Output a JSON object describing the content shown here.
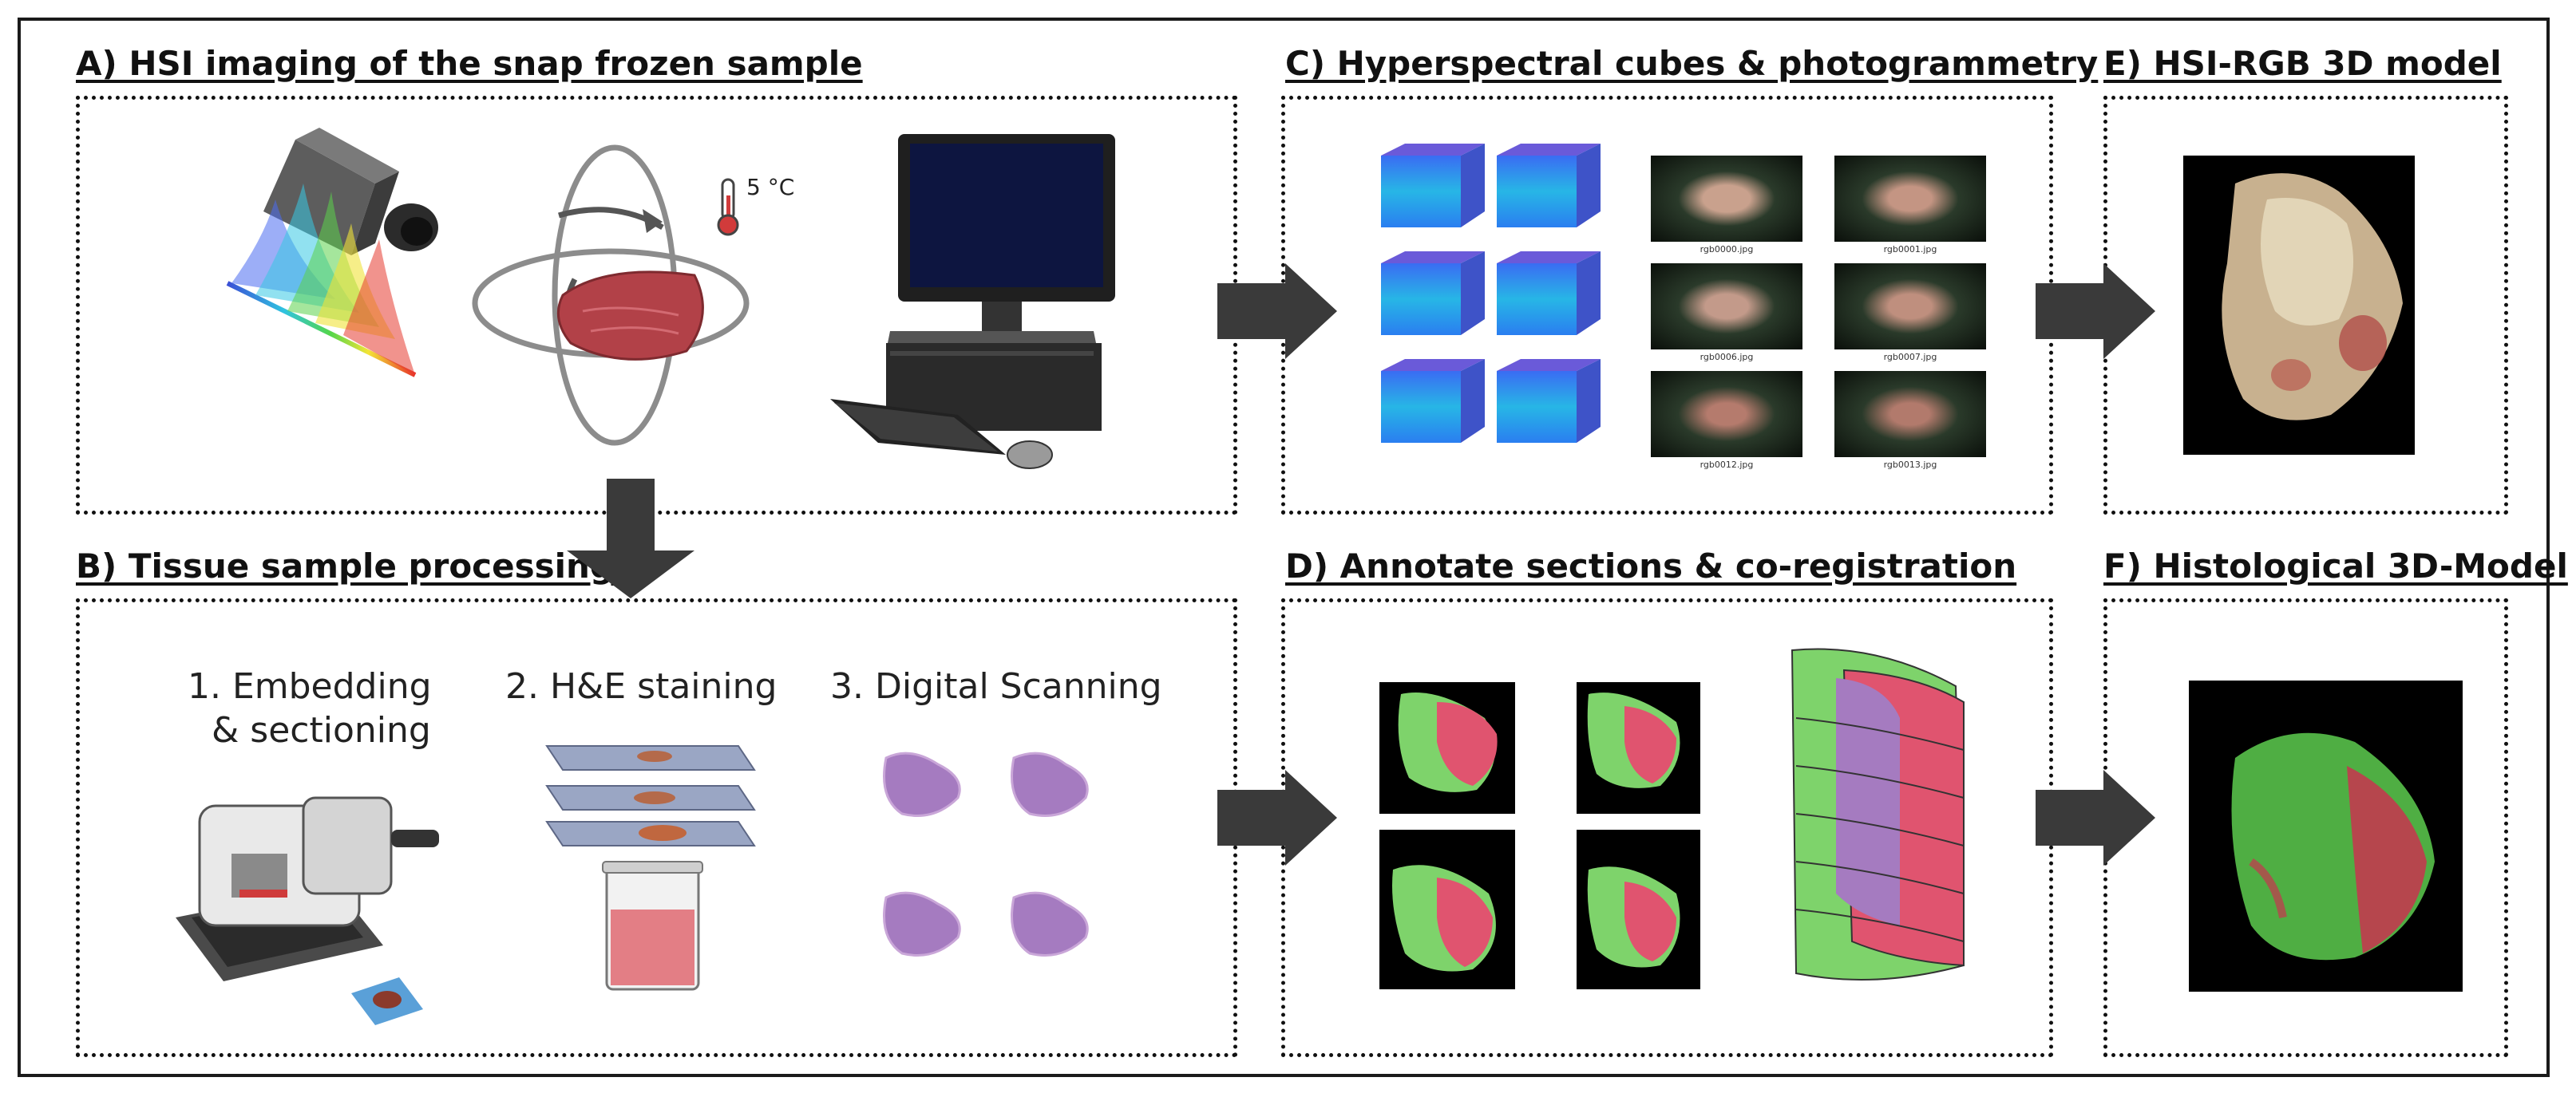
{
  "panels": {
    "a": {
      "title": "A) HSI imaging of the snap frozen sample",
      "temperature": "5 °C"
    },
    "b": {
      "title": "B) Tissue sample processing",
      "steps": [
        "1. Embedding",
        "& sectioning",
        "2. H&E staining",
        "3. Digital Scanning"
      ]
    },
    "c": {
      "title": "C) Hyperspectral cubes & photogrammetry",
      "rgb_files": [
        "rgb0000.jpg",
        "rgb0001.jpg",
        "rgb0006.jpg",
        "rgb0007.jpg",
        "rgb0012.jpg",
        "rgb0013.jpg"
      ]
    },
    "d": {
      "title": "D) Annotate sections & co-registration"
    },
    "e": {
      "title": "E) HSI-RGB 3D model"
    },
    "f": {
      "title": "F) Histological 3D-Model"
    }
  },
  "colors": {
    "arrow": "#3a3a3a",
    "tissue_red": "#c0454e",
    "annotation_green": "#7ed36b",
    "annotation_pink": "#e0546f",
    "he_purple": "#a57bc0",
    "cube_blue": "#2f6df0"
  }
}
